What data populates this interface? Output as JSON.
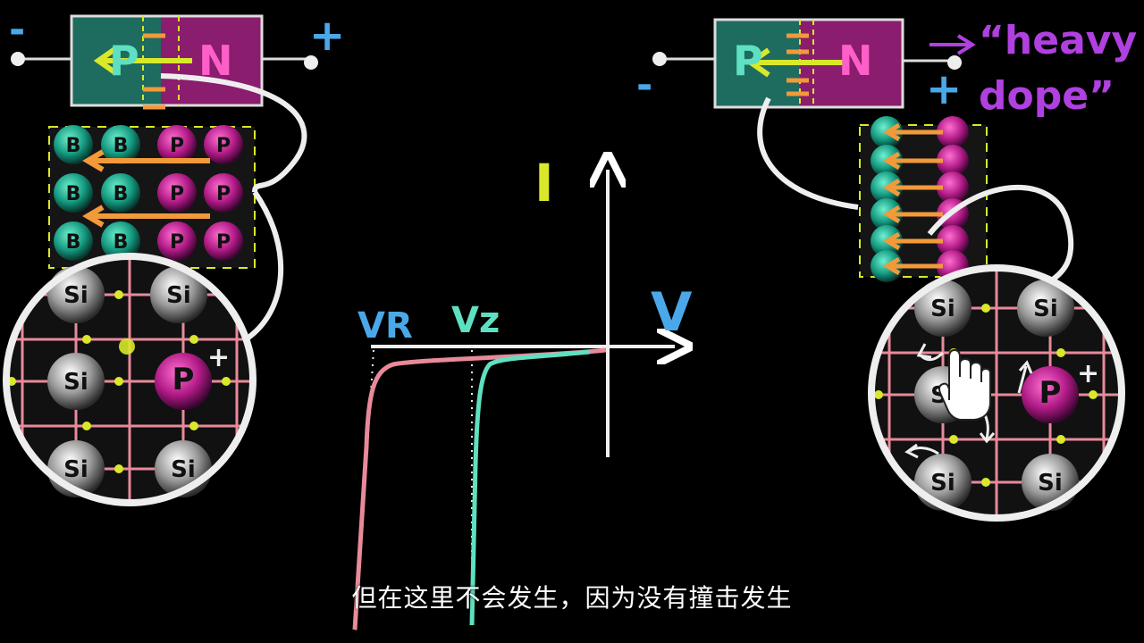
{
  "subtitle": "但在这里不会发生，因为没有撞击发生",
  "left_diode": {
    "p_label": "P",
    "n_label": "N",
    "minus": "-",
    "plus": "+",
    "lattice_rows": [
      [
        "B",
        "B",
        "P",
        "P"
      ],
      [
        "B",
        "B",
        "P",
        "P"
      ],
      [
        "B",
        "B",
        "P",
        "P"
      ]
    ],
    "atoms": [
      "Si",
      "Si",
      "Si",
      "P",
      "Si",
      "Si"
    ]
  },
  "right_diode": {
    "p_label": "P",
    "n_label": "N",
    "minus": "-",
    "plus": "+",
    "note_line1": "“heavy",
    "note_line2": "dope”",
    "atoms": [
      "Si",
      "Si",
      "Si",
      "P",
      "Si",
      "Si"
    ]
  },
  "graph": {
    "y_axis_label": "I",
    "x_axis_label": "V",
    "vr_label": "VR",
    "vz_label": "Vz"
  },
  "colors": {
    "p_region": "#1e6b5f",
    "n_region": "#8a1d6d",
    "boron": "#1fa58a",
    "phosphorus": "#c0208e",
    "arrow": "#f29a3a",
    "yellow": "#d9e82a",
    "blue": "#4aa8e8",
    "pink_curve": "#e88a9a",
    "teal_curve": "#5fe0c0",
    "purple_text": "#b040e0"
  }
}
